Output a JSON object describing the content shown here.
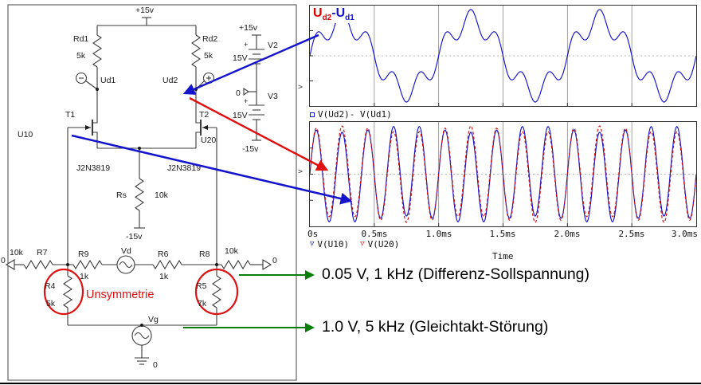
{
  "colors": {
    "trace_blue": "#1212d0",
    "trace_red": "#d01010",
    "annot_red": "#dd1111",
    "arrow_blue": "#1414cc",
    "arrow_red": "#e01010",
    "arrow_green": "#0b7d0b"
  },
  "circuit": {
    "labels": {
      "vplus_top": "+15v",
      "rd1": "Rd1",
      "rd1_val": "5k",
      "rd2": "Rd2",
      "rd2_val": "5k",
      "ud1": "Ud1",
      "ud2": "Ud2",
      "t1": "T1",
      "t2": "T2",
      "u10": "U10",
      "u20": "U20",
      "jfet1": "J2N3819",
      "jfet2": "J2N3819",
      "rs": "Rs",
      "rs_val": "10k",
      "vminus_rs": "-15v",
      "vplus_right": "+15v",
      "v2": "V2",
      "v2_plus": "+",
      "v2_val": "15V",
      "zero_mid": "0",
      "v3": "V3",
      "v3_plus": "+",
      "v3_val": "15V",
      "vminus_right": "-15v",
      "gnd_left": "0",
      "r7": "R7",
      "r7_val": "10k",
      "r9": "R9",
      "r9_val": "1k",
      "vd": "Vd",
      "r6": "R6",
      "r6_val": "1k",
      "r8": "R8",
      "r8_val": "10k",
      "gnd_right": "0",
      "r4": "R4",
      "r4_val": "5k",
      "r5": "R5",
      "r5_val": "7k",
      "unsymmetrie": "Unsymmetrie",
      "vg": "Vg",
      "gnd_vg": "0"
    }
  },
  "plots": {
    "title": {
      "red_main": "U",
      "red_sub": "d2",
      "blue_main": "-U",
      "blue_sub": "d1"
    },
    "legend1": "V(Ud2)- V(Ud1)",
    "legend2_marker": "▽",
    "legend2_blue": "V(U10)",
    "legend2_red": "V(U20)",
    "xticks": [
      "0s",
      "0.5ms",
      "1.0ms",
      "1.5ms",
      "2.0ms",
      "2.5ms",
      "3.0ms"
    ],
    "xlabel": "Time",
    "y_marker": ">"
  },
  "annotations": {
    "diff": "0.05 V, 1 kHz (Differenz-Sollspannung)",
    "common": "1.0 V, 5 kHz (Gleichtakt-Störung)"
  },
  "chart_data": [
    {
      "type": "line",
      "title": "Ud2-Ud1",
      "xlabel": "",
      "x_unit": "ms",
      "x_range": [
        0,
        3
      ],
      "x_gridline_step_ms": 0.5,
      "legend": [
        {
          "marker": "square",
          "color": "#1212d0",
          "label": "V(Ud2)- V(Ud1)"
        }
      ],
      "series": [
        {
          "name": "V(Ud2)- V(Ud1)",
          "color": "#1212d0",
          "style": "solid",
          "synthesis": {
            "description": "1 kHz differential output with superimposed 5 kHz common-mode residue",
            "components": [
              {
                "freq_kHz": 1,
                "rel_amp": 1.0,
                "phase_deg": 0
              },
              {
                "freq_kHz": 5,
                "rel_amp": 0.33,
                "phase_deg": 0
              }
            ]
          }
        }
      ]
    },
    {
      "type": "line",
      "xlabel": "Time",
      "x_unit": "ms",
      "x_range": [
        0,
        3
      ],
      "x_gridline_step_ms": 0.5,
      "xticks": [
        "0s",
        "0.5ms",
        "1.0ms",
        "1.5ms",
        "2.0ms",
        "2.5ms",
        "3.0ms"
      ],
      "legend": [
        {
          "marker": "triangle",
          "color": "#1212d0",
          "label": "V(U10)"
        },
        {
          "marker": "triangle",
          "color": "#d01010",
          "label": "V(U20)"
        }
      ],
      "series": [
        {
          "name": "V(U10)",
          "color": "#1212d0",
          "style": "solid",
          "synthesis": {
            "description": "5 kHz common-mode disturbance dominating node U10",
            "components": [
              {
                "freq_kHz": 5,
                "rel_amp": 1.0,
                "phase_deg": 0
              },
              {
                "freq_kHz": 1,
                "rel_amp": 0.07,
                "phase_deg": 180
              }
            ]
          }
        },
        {
          "name": "V(U20)",
          "color": "#d01010",
          "style": "dashed",
          "synthesis": {
            "description": "5 kHz common-mode disturbance dominating node U20",
            "components": [
              {
                "freq_kHz": 5,
                "rel_amp": 1.0,
                "phase_deg": 0
              },
              {
                "freq_kHz": 1,
                "rel_amp": 0.07,
                "phase_deg": 0
              }
            ]
          }
        }
      ]
    }
  ]
}
